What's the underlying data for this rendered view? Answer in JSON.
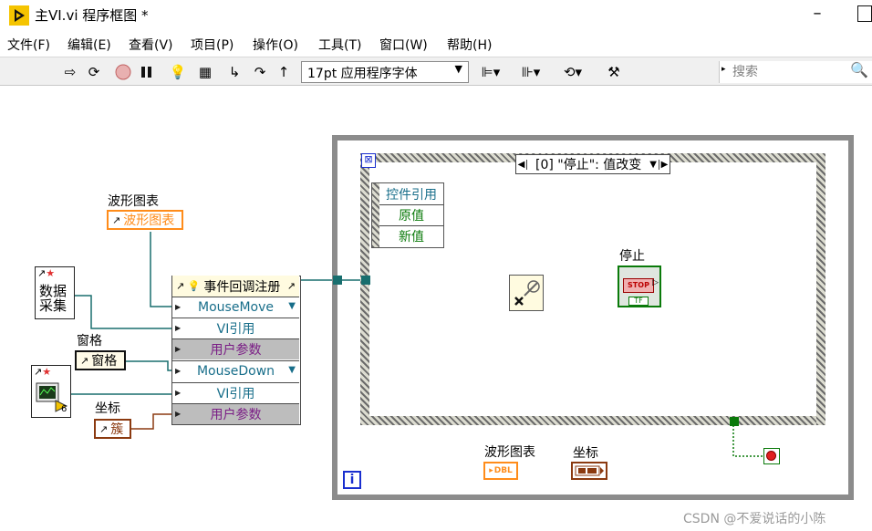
{
  "window": {
    "title": "主VI.vi 程序框图 *"
  },
  "menu": [
    "文件(F)",
    "编辑(E)",
    "查看(V)",
    "项目(P)",
    "操作(O)",
    "工具(T)",
    "窗口(W)",
    "帮助(H)"
  ],
  "toolbar": {
    "font": "17pt 应用程序字体",
    "search_placeholder": "搜索"
  },
  "diagram": {
    "waveform_label": "波形图表",
    "waveform_ref": "波形图表",
    "data_acq": "数据采集",
    "pane_label": "窗格",
    "pane_ref": "窗格",
    "subvi_num": "6",
    "coord_label": "坐标",
    "coord_ref": "簇",
    "register": {
      "title": "事件回调注册",
      "rows": [
        "MouseMove",
        "VI引用",
        "用户参数",
        "MouseDown",
        "VI引用",
        "用户参数"
      ]
    },
    "event_case": "[0] \"停止\": 值改变",
    "event_data": [
      "控件引用",
      "原值",
      "新值"
    ],
    "stop_label": "停止",
    "stop_button": "STOP",
    "stop_tf": "TF",
    "bottom_waveform_label": "波形图表",
    "bottom_waveform_type": "DBL",
    "bottom_coord_label": "坐标",
    "iteration": "i"
  },
  "watermark": "CSDN @不爱说话的小陈",
  "colors": {
    "wire_ref": "#186e6e",
    "wire_bool": "#0a7a0a",
    "terminal_orange": "#ff8c1a",
    "terminal_brown": "#8b3a10",
    "teal_text": "#186e8a"
  }
}
